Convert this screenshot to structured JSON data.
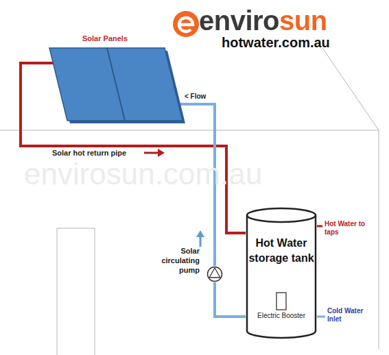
{
  "diagram": {
    "nodes": [
      {
        "text": [
          "Solar Panels"
        ]
      },
      {
        "text": [
          "Solar circulating pump"
        ]
      },
      {
        "text": [
          "Hot Water storage tank",
          "Electric Booster"
        ]
      }
    ],
    "edges": [
      {
        "from": 0,
        "to": 2,
        "label": "Solar hot return pipe",
        "arrow": "none"
      },
      {
        "from": 2,
        "to": 1,
        "arrow": "none"
      },
      {
        "from": 1,
        "to": 0,
        "arrow": "none"
      }
    ],
    "labels": [
      "envirosun",
      "hotwater.com.au",
      "envirosun.com.au",
      "< Flow",
      "Hot Water to taps",
      "Cold Water Inlet"
    ]
  }
}
